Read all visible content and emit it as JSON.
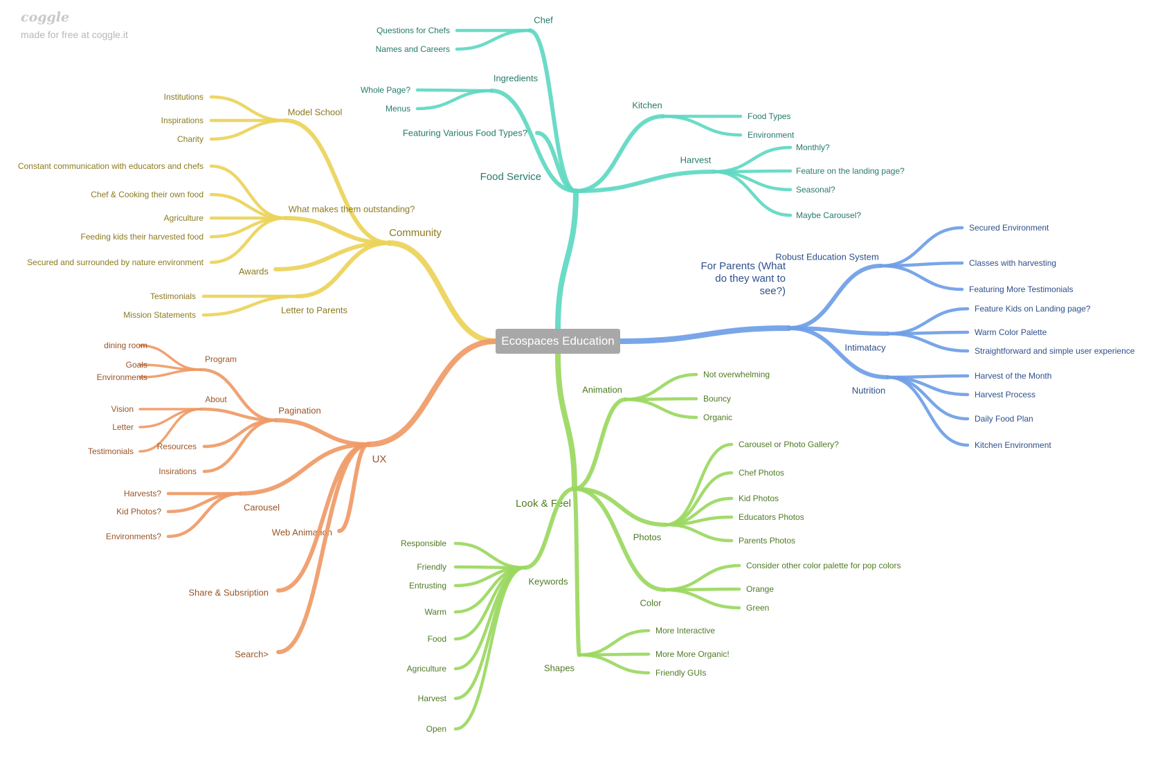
{
  "watermark": {
    "logo": "coggle",
    "tagline": "made for free at coggle.it"
  },
  "colors": {
    "food": "#5ed8c2",
    "community": "#ebd259",
    "ux": "#ef9a66",
    "look": "#9ad85f",
    "parents": "#6e9ee6"
  },
  "map": {
    "center": "Ecospaces Education",
    "branches": [
      {
        "label": "Food Service",
        "color": "#5ed8c2",
        "text_color": "#257a6b",
        "children": [
          {
            "label": "Chef",
            "children": [
              {
                "label": "Questions for Chefs"
              },
              {
                "label": "Names and Careers"
              }
            ]
          },
          {
            "label": "Ingredients",
            "children": [
              {
                "label": "Whole Page?"
              },
              {
                "label": "Menus"
              }
            ]
          },
          {
            "label": "Featuring Various Food Types?"
          },
          {
            "label": "Kitchen",
            "children": [
              {
                "label": "Food Types"
              },
              {
                "label": "Environment"
              }
            ]
          },
          {
            "label": "Harvest",
            "children": [
              {
                "label": "Monthly?"
              },
              {
                "label": "Feature on the landing page?"
              },
              {
                "label": "Seasonal?"
              },
              {
                "label": "Maybe Carousel?"
              }
            ]
          }
        ]
      },
      {
        "label": "Community",
        "color": "#ebd259",
        "text_color": "#8b7a1f",
        "children": [
          {
            "label": "Model School",
            "children": [
              {
                "label": "Institutions"
              },
              {
                "label": "Inspirations"
              },
              {
                "label": "Charity"
              }
            ]
          },
          {
            "label": "What makes them outstanding?",
            "children": [
              {
                "label": "Constant communication with educators and chefs"
              },
              {
                "label": "Chef & Cooking their own food"
              },
              {
                "label": "Agriculture"
              },
              {
                "label": "Feeding kids their harvested food"
              },
              {
                "label": "Secured and surrounded by nature environment"
              }
            ]
          },
          {
            "label": "Awards"
          },
          {
            "label": "Letter to Parents",
            "children": [
              {
                "label": "Testimonials"
              },
              {
                "label": "Mission Statements"
              }
            ]
          }
        ]
      },
      {
        "label": "UX",
        "color": "#ef9a66",
        "text_color": "#9a5428",
        "children": [
          {
            "label": "Pagination",
            "children": [
              {
                "label": "Program",
                "children": [
                  {
                    "label": "dining room"
                  },
                  {
                    "label": "Goals"
                  },
                  {
                    "label": "Environments"
                  }
                ]
              },
              {
                "label": "About",
                "children": [
                  {
                    "label": "Vision"
                  },
                  {
                    "label": "Letter"
                  },
                  {
                    "label": "Testimonials"
                  }
                ]
              },
              {
                "label": "Resources"
              },
              {
                "label": "Insirations"
              }
            ]
          },
          {
            "label": "Carousel",
            "children": [
              {
                "label": "Harvests?"
              },
              {
                "label": "Kid Photos?"
              },
              {
                "label": "Environments?"
              }
            ]
          },
          {
            "label": "Web Animation"
          },
          {
            "label": "Share & Subsription"
          },
          {
            "label": "Search>"
          }
        ]
      },
      {
        "label": "Look & Feel",
        "color": "#9ad85f",
        "text_color": "#4e7a22",
        "children": [
          {
            "label": "Animation",
            "children": [
              {
                "label": "Not overwhelming"
              },
              {
                "label": "Bouncy"
              },
              {
                "label": "Organic"
              }
            ]
          },
          {
            "label": "Photos",
            "children": [
              {
                "label": "Carousel or Photo Gallery?"
              },
              {
                "label": "Chef Photos"
              },
              {
                "label": "Kid Photos"
              },
              {
                "label": "Educators Photos"
              },
              {
                "label": "Parents Photos"
              }
            ]
          },
          {
            "label": "Color",
            "children": [
              {
                "label": "Consider other color palette for pop colors"
              },
              {
                "label": "Orange"
              },
              {
                "label": "Green"
              }
            ]
          },
          {
            "label": "Keywords",
            "children": [
              {
                "label": "Responsible"
              },
              {
                "label": "Friendly"
              },
              {
                "label": "Entrusting"
              },
              {
                "label": "Warm"
              },
              {
                "label": "Food"
              },
              {
                "label": "Agriculture"
              },
              {
                "label": "Harvest"
              },
              {
                "label": "Open"
              }
            ]
          },
          {
            "label": "Shapes",
            "children": [
              {
                "label": "More Interactive"
              },
              {
                "label": "More More Organic!"
              },
              {
                "label": "Friendly GUIs"
              }
            ]
          }
        ]
      },
      {
        "label": "For Parents (What do they want to see?)",
        "color": "#6e9ee6",
        "text_color": "#2e4f8a",
        "children": [
          {
            "label": "Robust Education System",
            "children": [
              {
                "label": "Secured Environment"
              },
              {
                "label": "Classes with harvesting"
              },
              {
                "label": "Featuring More Testimonials"
              }
            ]
          },
          {
            "label": "Intimatacy",
            "children": [
              {
                "label": "Feature Kids on Landing page?"
              },
              {
                "label": "Warm Color Palette"
              },
              {
                "label": "Straightforward and simple user experience"
              }
            ]
          },
          {
            "label": "Nutrition",
            "children": [
              {
                "label": "Harvest of the Month"
              },
              {
                "label": "Harvest Process"
              },
              {
                "label": "Daily Food Plan"
              },
              {
                "label": "Kitchen Environment"
              }
            ]
          }
        ]
      }
    ]
  }
}
